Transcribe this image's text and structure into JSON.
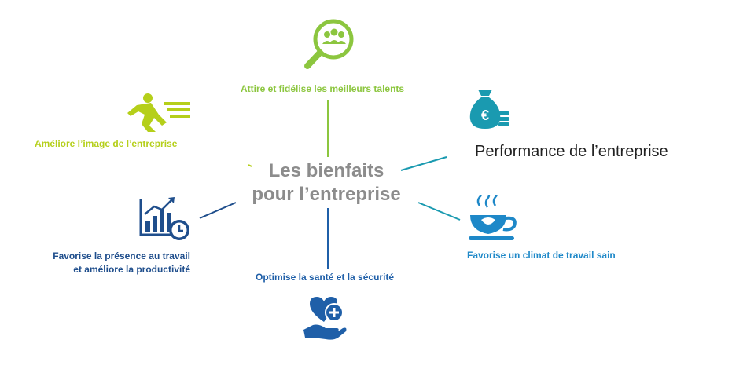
{
  "center": {
    "line1": "Les bienfaits",
    "line2": "pour l’entreprise"
  },
  "benefits": {
    "talents": {
      "label": "Attire et fidélise les meilleurs talents",
      "color": "#8cc63f",
      "icon": "talent-search-icon"
    },
    "image": {
      "label": "Améliore l’image de l’entreprise",
      "color": "#b5cf1a",
      "icon": "running-person-icon"
    },
    "performance": {
      "label": "Performance de l’entreprise",
      "color": "#1a9ab0",
      "icon": "money-bag-icon"
    },
    "presence": {
      "line1": "Favorise la présence au travail",
      "line2": "et améliore la productivité",
      "color": "#1f4e8c",
      "icon": "chart-clock-icon"
    },
    "climat": {
      "label": "Favorise un climat de travail sain",
      "color": "#1e88c8",
      "icon": "coffee-cup-icon"
    },
    "sante": {
      "label": "Optimise la santé et la sécurité",
      "color": "#1f5fa8",
      "icon": "heart-hand-icon"
    }
  }
}
